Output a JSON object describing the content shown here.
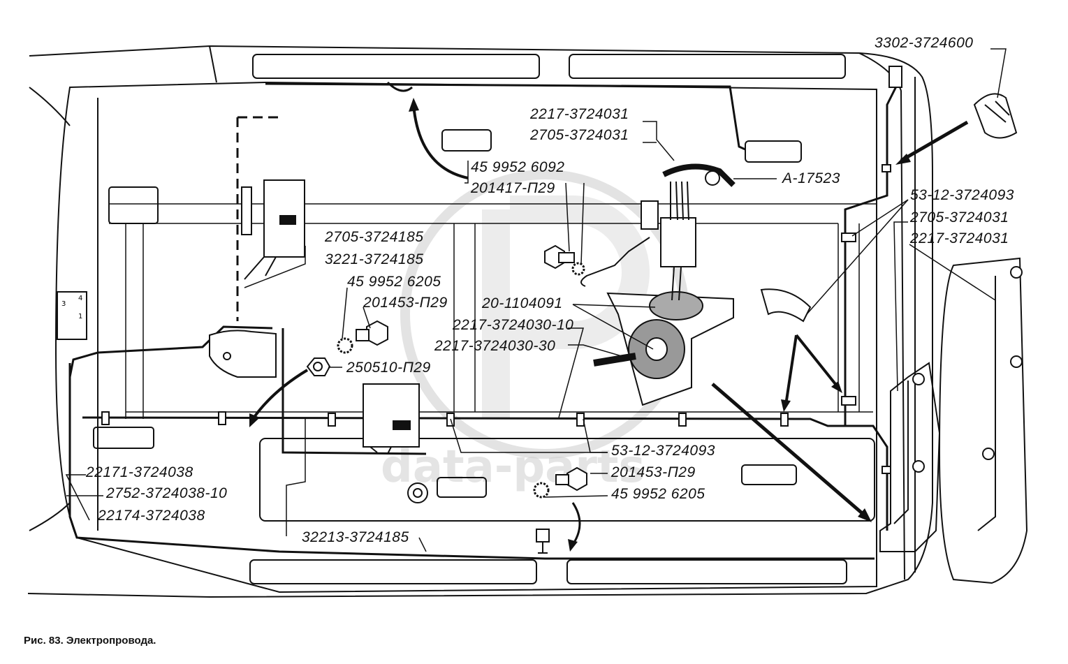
{
  "figure": {
    "caption": "Рис. 83. Электропровода.",
    "watermark": "data-parts"
  },
  "callouts": [
    {
      "id": "c1",
      "text": "3302-3724600"
    },
    {
      "id": "c2",
      "text": "2217-3724031"
    },
    {
      "id": "c3",
      "text": "2705-3724031"
    },
    {
      "id": "c4",
      "text": "45 9952 6092"
    },
    {
      "id": "c5",
      "text": "201417-П29"
    },
    {
      "id": "c6",
      "text": "A-17523"
    },
    {
      "id": "c7",
      "text": "53-12-3724093"
    },
    {
      "id": "c8",
      "text": "2705-3724031"
    },
    {
      "id": "c9",
      "text": "2217-3724031"
    },
    {
      "id": "c10",
      "text": "2705-3724185"
    },
    {
      "id": "c11",
      "text": "3221-3724185"
    },
    {
      "id": "c12",
      "text": "45 9952 6205"
    },
    {
      "id": "c13",
      "text": "201453-П29"
    },
    {
      "id": "c14",
      "text": "20-1104091"
    },
    {
      "id": "c15",
      "text": "2217-3724030-10"
    },
    {
      "id": "c16",
      "text": "2217-3724030-30"
    },
    {
      "id": "c17",
      "text": "250510-П29"
    },
    {
      "id": "c18",
      "text": "53-12-3724093"
    },
    {
      "id": "c19",
      "text": "201453-П29"
    },
    {
      "id": "c20",
      "text": "45 9952 6205"
    },
    {
      "id": "c21",
      "text": "22171-3724038"
    },
    {
      "id": "c22",
      "text": "2752-3724038-10"
    },
    {
      "id": "c23",
      "text": "22174-3724038"
    },
    {
      "id": "c24",
      "text": "32213-3724185"
    }
  ],
  "connector_pins": [
    "3",
    "4",
    "1"
  ]
}
